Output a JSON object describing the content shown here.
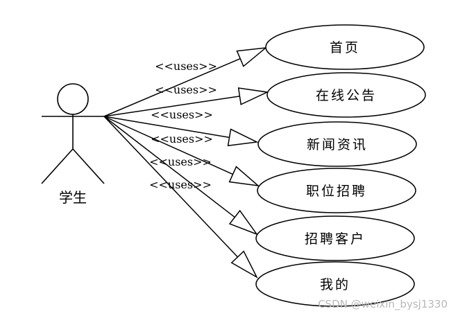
{
  "actor": {
    "label": "学生"
  },
  "relation_label": "<<uses>>",
  "use_cases": [
    {
      "id": "home",
      "label": "首页"
    },
    {
      "id": "announcement",
      "label": "在线公告"
    },
    {
      "id": "news",
      "label": "新闻资讯"
    },
    {
      "id": "job",
      "label": "职位招聘"
    },
    {
      "id": "client",
      "label": "招聘客户"
    },
    {
      "id": "mine",
      "label": "我的"
    }
  ],
  "watermark": "CSDN @weixin_bysj1330",
  "colors": {
    "stroke": "#000000",
    "background": "#ffffff",
    "watermark": "#b8b8b8"
  }
}
